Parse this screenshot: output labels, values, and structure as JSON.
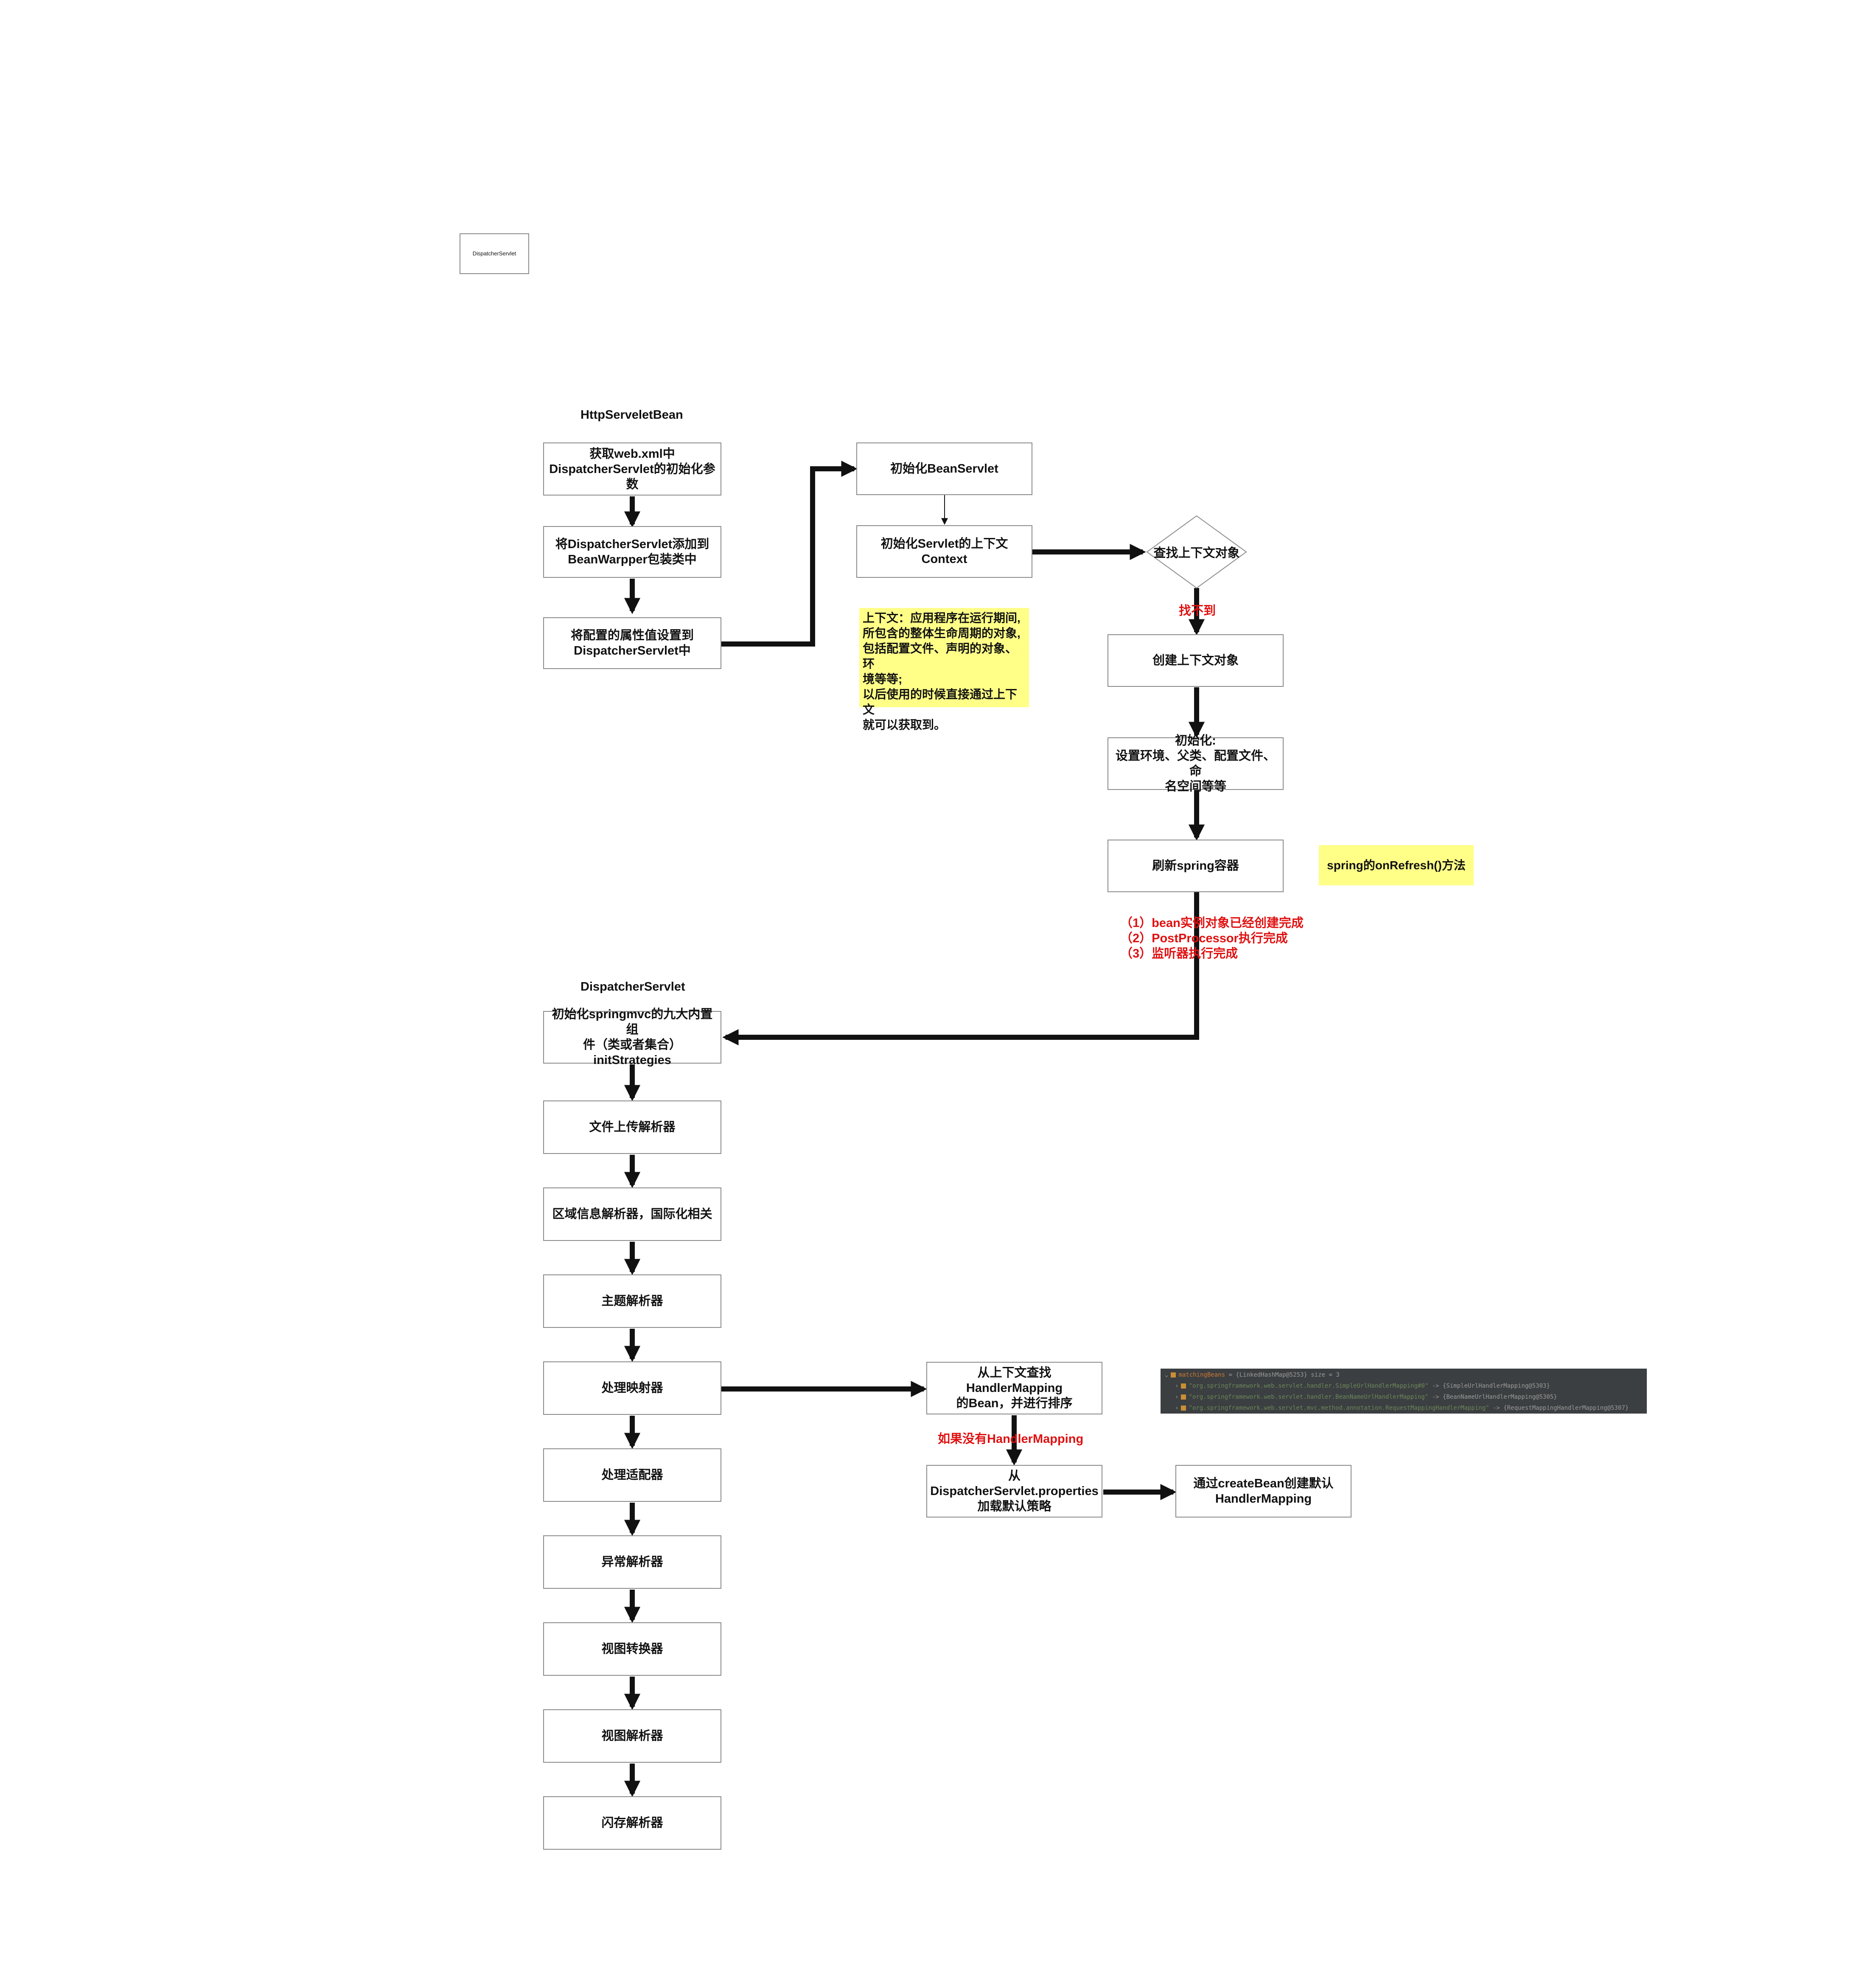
{
  "top_box": "DispatcherServlet",
  "titles": {
    "http_servlet_bean": "HttpServeletBean",
    "dispatcher_servlet": "DispatcherServlet"
  },
  "http_steps": [
    "获取web.xml中\nDispatcherServlet的初始化参数",
    "将DispatcherServlet添加到\nBeanWarpper包装类中",
    "将配置的属性值设置到\nDispatcherServlet中"
  ],
  "init_bean_servlet": "初始化BeanServlet",
  "init_context": "初始化Servlet的上下文Context",
  "find_context": "查找上下文对象",
  "not_found": "找不到",
  "create_context": "创建上下文对象",
  "init_settings": "初始化:\n设置环境、父类、配置文件、命\n名空间等等",
  "refresh_container": "刷新spring容器",
  "onrefresh_note": "spring的onRefresh()方法",
  "context_note": "上下文：应用程序在运行期间,\n所包含的整体生命周期的对象,\n包括配置文件、声明的对象、环\n境等等;\n以后使用的时候直接通过上下文\n就可以获取到。",
  "refresh_results": "（1）bean实例对象已经创建完成\n（2）PostProcessor执行完成\n（3）监听器执行完成",
  "dispatcher_steps": [
    "初始化springmvc的九大内置组\n件（类或者集合）\ninitStrategies",
    "文件上传解析器",
    "区域信息解析器，国际化相关",
    "主题解析器",
    "处理映射器",
    "处理适配器",
    "异常解析器",
    "视图转换器",
    "视图解析器",
    "闪存解析器"
  ],
  "find_handler_mapping": "从上下文查找HandlerMapping\n的Bean，并进行排序",
  "no_handler_mapping": "如果没有HandlerMapping",
  "load_default": "从\nDispatcherServlet.properties\n加载默认策略",
  "create_default": "通过createBean创建默认\nHandlerMapping",
  "debug_panel": {
    "header_name": "matchingBeans",
    "header_rest": " = {LinkedHashMap@5253}  size = 3",
    "rows": [
      {
        "key": "\"org.springframework.web.servlet.handler.SimpleUrlHandlerMapping#0\"",
        "val": " -> {SimpleUrlHandlerMapping@5303}"
      },
      {
        "key": "\"org.springframework.web.servlet.handler.BeanNameUrlHandlerMapping\"",
        "val": " -> {BeanNameUrlHandlerMapping@5305}"
      },
      {
        "key": "\"org.springframework.web.servlet.mvc.method.annotation.RequestMappingHandlerMapping\"",
        "val": " -> {RequestMappingHandlerMapping@5307}"
      }
    ]
  },
  "colors": {
    "note_fill": "#ffff88",
    "red_text": "#e01010",
    "arrow": "#111111",
    "box_border": "#8a8a8a",
    "debug_bg": "#3c3f41"
  }
}
